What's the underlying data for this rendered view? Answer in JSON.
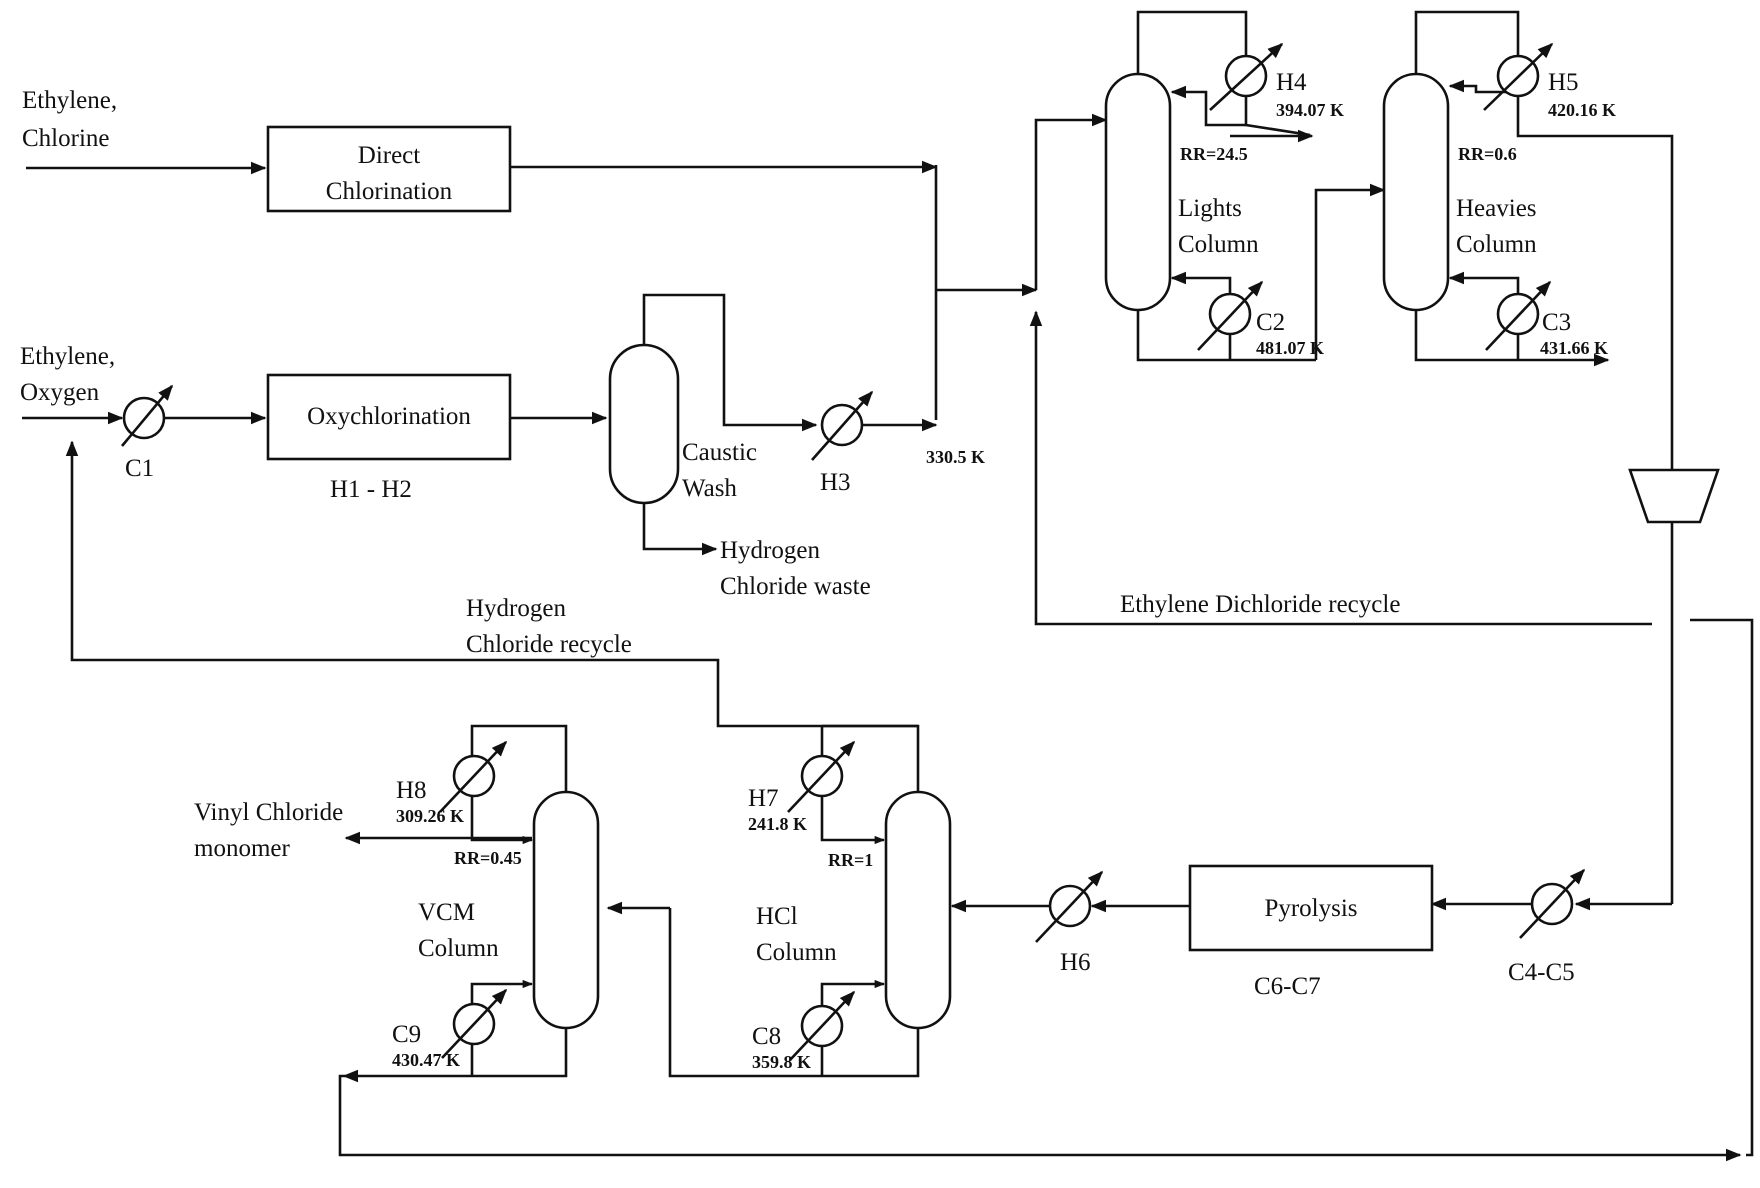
{
  "feeds": {
    "feed1_line1": "Ethylene,",
    "feed1_line2": "Chlorine",
    "feed2_line1": "Ethylene,",
    "feed2_line2": "Oxygen"
  },
  "units": {
    "direct_line1": "Direct",
    "direct_line2": "Chlorination",
    "oxy": "Oxychlorination",
    "oxy_hx": "H1 - H2",
    "caustic_line1": "Caustic",
    "caustic_line2": "Wash",
    "lights_line1": "Lights",
    "lights_line2": "Column",
    "heavies_line1": "Heavies",
    "heavies_line2": "Column",
    "pyrolysis": "Pyrolysis",
    "pyrolysis_hx": "C6-C7",
    "hcl_line1": "HCl",
    "hcl_line2": "Column",
    "vcm_line1": "VCM",
    "vcm_line2": "Column"
  },
  "exchangers": {
    "c1": "C1",
    "h3": "H3",
    "h4": "H4",
    "h4_temp": "394.07 K",
    "h5": "H5",
    "h5_temp": "420.16 K",
    "c2": "C2",
    "c2_temp": "481.07 K",
    "c3": "C3",
    "c3_temp": "431.66 K",
    "c4c5": "C4-C5",
    "h6": "H6",
    "h7": "H7",
    "h7_temp": "241.8 K",
    "h8": "H8",
    "h8_temp": "309.26 K",
    "c8": "C8",
    "c8_temp": "359.8 K",
    "c9": "C9",
    "c9_temp": "430.47 K"
  },
  "reflux": {
    "lights": "RR=24.5",
    "heavies": "RR=0.6",
    "hcl": "RR=1",
    "vcm": "RR=0.45"
  },
  "streams": {
    "mix_temp": "330.5  K",
    "hcl_waste_line1": "Hydrogen",
    "hcl_waste_line2": "Chloride waste",
    "edc_recycle": "Ethylene Dichloride recycle",
    "hcl_recycle_line1": "Hydrogen",
    "hcl_recycle_line2": "Chloride recycle",
    "product_line1": "Vinyl Chloride",
    "product_line2": "monomer"
  }
}
